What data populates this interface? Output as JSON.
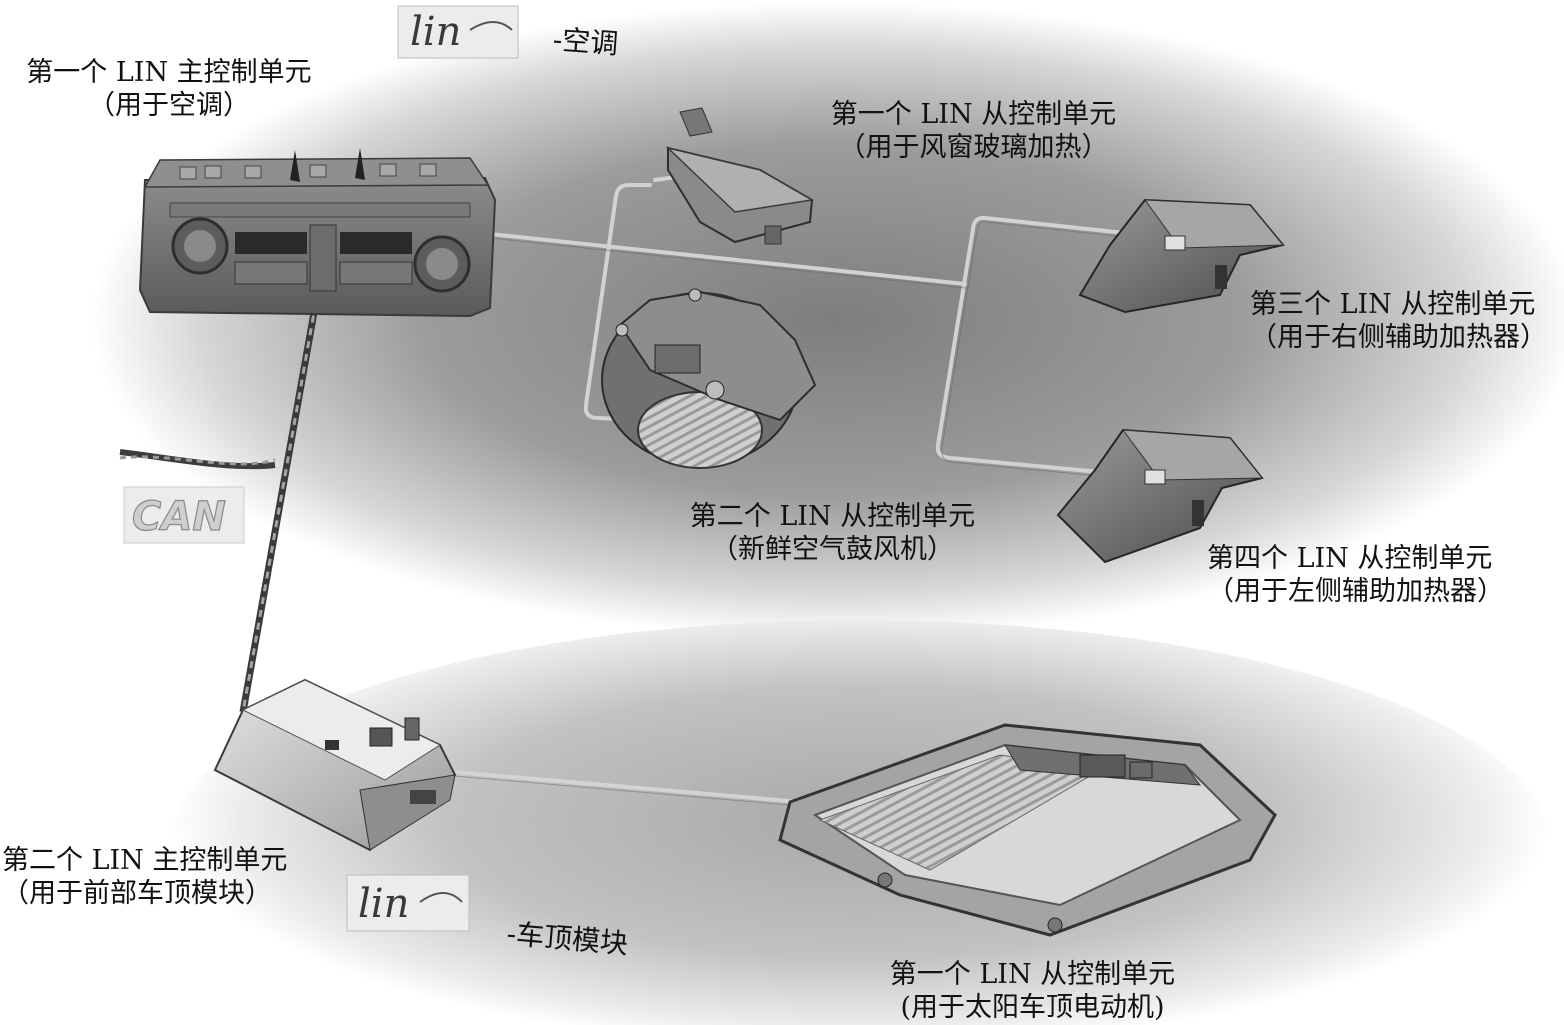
{
  "buses": {
    "lin_top": {
      "badge": "lin",
      "suffix": "-空调"
    },
    "lin_bottom": {
      "badge": "lin",
      "suffix": "-车顶模块"
    },
    "can": {
      "badge": "CAN"
    }
  },
  "units": {
    "master1": {
      "line1": "第一个 LIN 主控制单元",
      "line2": "（用于空调）"
    },
    "slave_window": {
      "line1": "第一个 LIN 从控制单元",
      "line2": "（用于风窗玻璃加热）"
    },
    "slave_blower": {
      "line1": "第二个 LIN 从控制单元",
      "line2": "（新鲜空气鼓风机）"
    },
    "slave_right": {
      "line1": "第三个 LIN 从控制单元",
      "line2": "（用于右侧辅助加热器）"
    },
    "slave_left": {
      "line1": "第四个 LIN 从控制单元",
      "line2": "（用于左侧辅助加热器）"
    },
    "master2": {
      "line1": "第二个 LIN 主控制单元",
      "line2": "（用于前部车顶模块）"
    },
    "slave_sunroof": {
      "line1": "第一个 LIN 从控制单元",
      "line2": "(用于太阳车顶电动机)"
    }
  },
  "colors": {
    "shadow": "#8f8f8f",
    "wire": "#c8c8c8",
    "device_dark": "#6a6a6a",
    "device_light": "#cfcfcf"
  }
}
